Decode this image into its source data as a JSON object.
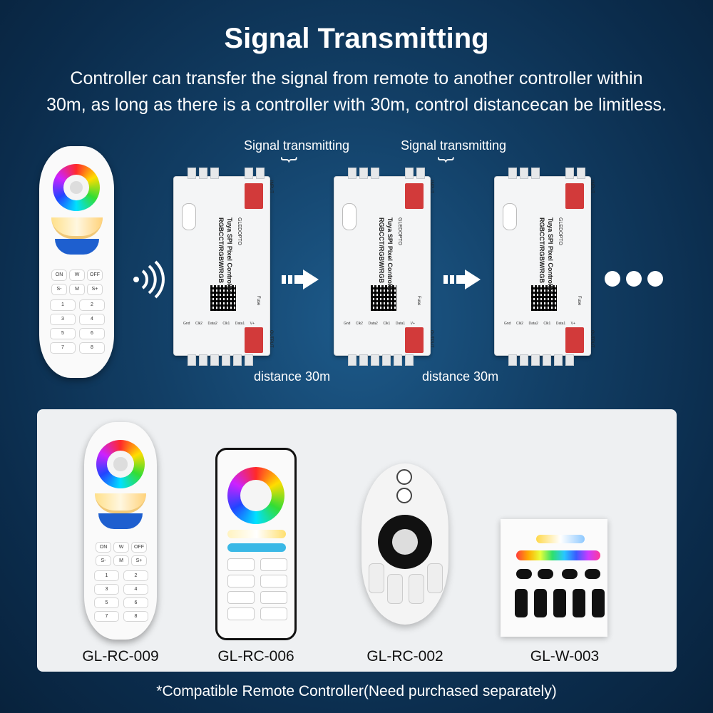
{
  "header": {
    "title": "Signal Transmitting",
    "subtitle_line1": "Controller can transfer the signal from remote to another controller within",
    "subtitle_line2": "30m, as long as there is a controller with 30m, control distancecan be limitless."
  },
  "diagram": {
    "signal_label": "Signal transmitting",
    "distance_label": "distance 30m",
    "controller": {
      "product_title": "Tuya SPI Pixel Controller",
      "product_subtitle": "RGBCCT/RGBW/RGB",
      "brand": "GLEDOPTO",
      "input_label": "INPUT",
      "output_label": "OUTPUT",
      "fuse_label": "Fuse",
      "terminals": [
        "Gnd",
        "Clk2",
        "Data2",
        "Clk1",
        "Data1",
        "V+"
      ]
    }
  },
  "remotes": [
    {
      "model": "GL-RC-009"
    },
    {
      "model": "GL-RC-006"
    },
    {
      "model": "GL-RC-002"
    },
    {
      "model": "GL-W-003"
    }
  ],
  "remote_009_buttons": [
    "ON",
    "W",
    "OFF",
    "S-",
    "M",
    "S+",
    "1",
    "2",
    "3",
    "4",
    "5",
    "6",
    "7",
    "8"
  ],
  "footer": "*Compatible Remote Controller(Need purchased separately)",
  "colors": {
    "accent_red": "#d23a3a",
    "bg_dark": "#0b2c4c"
  }
}
